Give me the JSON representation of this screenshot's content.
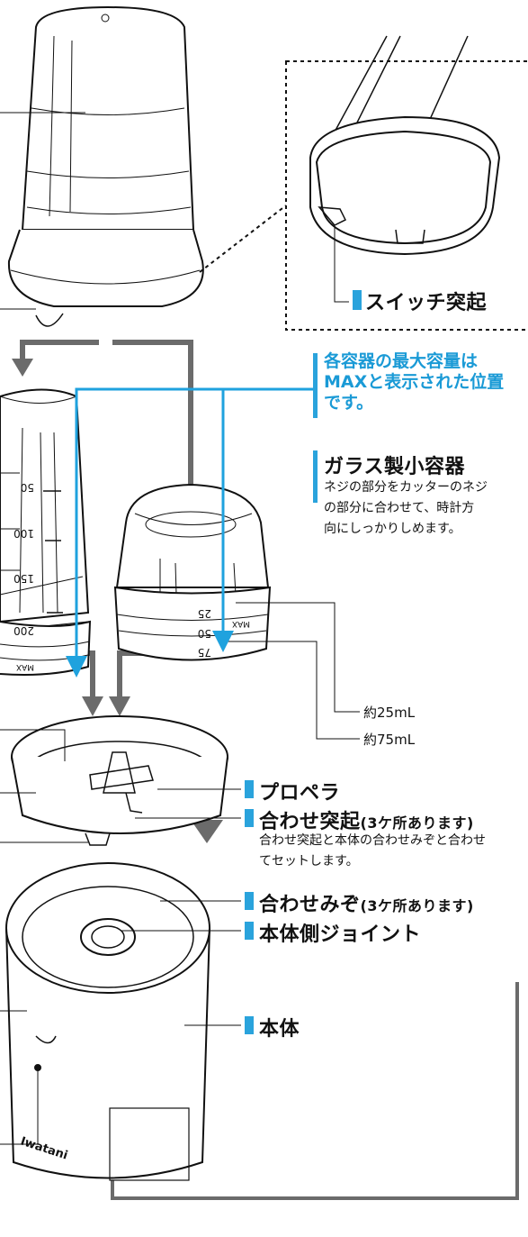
{
  "labels": {
    "switch_protrusion": "スイッチ突起",
    "max_capacity_line1": "各容器の最大容量は",
    "max_capacity_line2": "MAXと表示された位置",
    "max_capacity_line3": "です。",
    "glass_small_container": "ガラス製小容器",
    "glass_desc_line1": "ネジの部分をカッターのネジ",
    "glass_desc_line2": "の部分に合わせて、時計方",
    "glass_desc_line3": "向にしっかりしめます。",
    "approx_25ml": "約25mL",
    "approx_75ml": "約75mL",
    "propeller": "プロペラ",
    "alignment_protrusion": "合わせ突起",
    "alignment_protrusion_note": "(3ケ所あります)",
    "alignment_desc_line1": "合わせ突起と本体の合わせみぞと合わせ",
    "alignment_desc_line2": "てセットします。",
    "alignment_groove": "合わせみぞ",
    "alignment_groove_note": "(3ケ所あります)",
    "body_side_joint": "本体側ジョイント",
    "main_body": "本体"
  },
  "markings": {
    "large_scale": [
      "50",
      "100",
      "150",
      "200",
      "MAX"
    ],
    "small_scale": [
      "25",
      "50",
      "75",
      "MAX"
    ],
    "brand": "Iwatani"
  },
  "colors": {
    "accent_blue": "#2aa3dc",
    "arrow_gray": "#6b6b6b",
    "line": "#111111"
  }
}
